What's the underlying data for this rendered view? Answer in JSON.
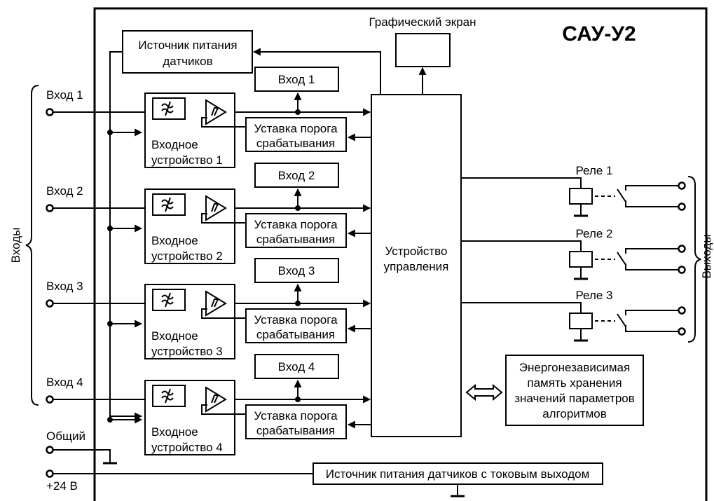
{
  "device": {
    "title": "САУ-У2"
  },
  "display": {
    "label": "Графический экран"
  },
  "sensor_power": {
    "line1": "Источник питания",
    "line2": "датчиков"
  },
  "inputs": [
    {
      "terminal": "Вход 1",
      "indicator": "Вход 1",
      "device_line1": "Входное",
      "device_line2": "устройство 1",
      "setpoint_line1": "Уставка порога",
      "setpoint_line2": "срабатывания"
    },
    {
      "terminal": "Вход 2",
      "indicator": "Вход 2",
      "device_line1": "Входное",
      "device_line2": "устройство 2",
      "setpoint_line1": "Уставка порога",
      "setpoint_line2": "срабатывания"
    },
    {
      "terminal": "Вход 3",
      "indicator": "Вход 3",
      "device_line1": "Входное",
      "device_line2": "устройство 3",
      "setpoint_line1": "Уставка порога",
      "setpoint_line2": "срабатывания"
    },
    {
      "terminal": "Вход 4",
      "indicator": "Вход 4",
      "device_line1": "Входное",
      "device_line2": "устройство 4",
      "setpoint_line1": "Уставка порога",
      "setpoint_line2": "срабатывания"
    }
  ],
  "controller": {
    "line1": "Устройство",
    "line2": "управления"
  },
  "relays": [
    {
      "label": "Реле 1"
    },
    {
      "label": "Реле 2"
    },
    {
      "label": "Реле 3"
    }
  ],
  "memory": {
    "line1": "Энергонезависимая",
    "line2": "память хранения",
    "line3": "значений параметров",
    "line4": "алгоритмов"
  },
  "common": {
    "label": "Общий"
  },
  "supply": {
    "label": "+24 В"
  },
  "current_supply": {
    "label": "Источник питания датчиков с токовым выходом"
  },
  "group_labels": {
    "inputs": "Входы",
    "outputs": "Выходы"
  },
  "icons": {
    "filter": "low-pass-filter-icon",
    "amplifier": "comparator-icon",
    "relay": "relay-coil-icon",
    "ground": "ground-icon"
  }
}
